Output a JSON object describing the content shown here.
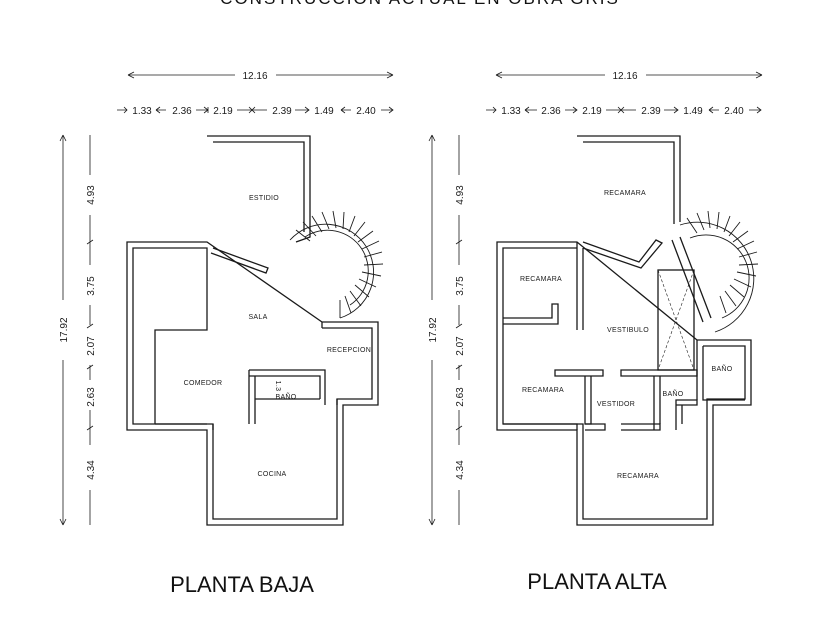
{
  "header_partial": "CONSTRUCCION ACTUAL EN OBRA GRIS",
  "plans": [
    {
      "title": "PLANTA BAJA",
      "overall_width": "12.16",
      "overall_height": "17.92",
      "widths": [
        "1.33",
        "2.36",
        "2.19",
        "2.39",
        "1.49",
        "2.40"
      ],
      "heights": [
        "4.93",
        "3.75",
        "2.07",
        "2.63",
        "4.34"
      ],
      "rooms": [
        "ESTIDIO",
        "SALA",
        "RECEPCION",
        "COMEDOR",
        "BAÑO",
        "COCINA"
      ],
      "small_mark": "1.3"
    },
    {
      "title": "PLANTA ALTA",
      "overall_width": "12.16",
      "overall_height": "17.92",
      "widths": [
        "1.33",
        "2.36",
        "2.19",
        "2.39",
        "1.49",
        "2.40"
      ],
      "heights": [
        "4.93",
        "3.75",
        "2.07",
        "2.63",
        "4.34"
      ],
      "rooms": [
        "RECAMARA",
        "RECAMARA",
        "VESTIBULO",
        "BAÑO",
        "RECAMARA",
        "VESTIDOR",
        "BAÑO",
        "RECAMARA"
      ]
    }
  ]
}
